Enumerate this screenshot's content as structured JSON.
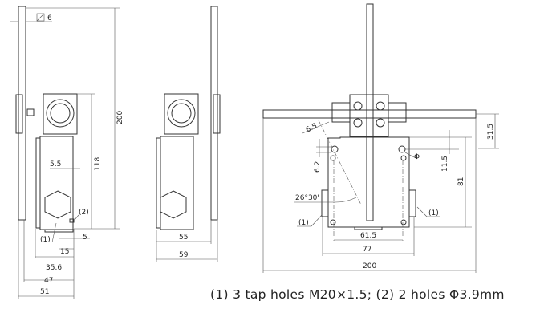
{
  "side_view": {
    "rod_square": "6",
    "height_total": "200",
    "height_body": "118",
    "offset_55": "5.5",
    "note_1": "(1)",
    "note_2": "(2)",
    "dim_5": "5",
    "dim_15": "15",
    "dim_35_6": "35.6",
    "dim_47": "47",
    "dim_51": "51"
  },
  "back_view": {
    "dim_55": "55",
    "dim_59": "59"
  },
  "front_view": {
    "dim_6_5": "6.5",
    "dim_6_2": "6.2",
    "phi": "Φ",
    "dim_11_5": "11.5",
    "dim_31_5": "31.5",
    "dim_81": "81",
    "angle": "26°30'",
    "note_1a": "(1)",
    "note_1b": "(1)",
    "dim_61_5": "61.5",
    "dim_77": "77",
    "dim_200": "200"
  },
  "caption": "(1) 3 tap holes M20×1.5; (2) 2 holes Φ3.9mm"
}
